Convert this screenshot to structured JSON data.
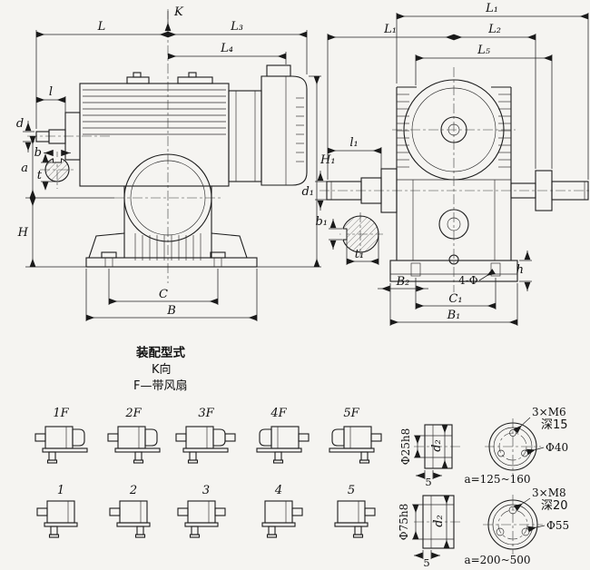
{
  "front": {
    "K": "K",
    "L": "L",
    "L3": "L₃",
    "L4": "L₄",
    "l": "l",
    "d": "d",
    "b": "b",
    "t": "t",
    "a": "a",
    "H": "H",
    "H1": "H₁",
    "C": "C",
    "B": "B"
  },
  "side": {
    "L1_top": "L₁",
    "L1": "L₁",
    "L2": "L₂",
    "L5": "L₅",
    "l1": "l₁",
    "d1": "d₁",
    "b1": "b₁",
    "t1": "t₁",
    "B2": "B₂",
    "holes": "4-Φ",
    "h": "h",
    "C1": "C₁",
    "B1": "B₁"
  },
  "assembly": {
    "title": "装配型式",
    "view_dir": "K向",
    "fan_note": "F—带风扇",
    "row1": [
      "1F",
      "2F",
      "3F",
      "4F",
      "5F"
    ],
    "row2": [
      "1",
      "2",
      "3",
      "4",
      "5"
    ]
  },
  "detail_small": {
    "bore": "Φ25h8",
    "hub": "d₂",
    "flange_w": "5",
    "tap": "3×M6",
    "tap_depth": "深15",
    "bolt_circle": "Φ40",
    "range": "a=125~160"
  },
  "detail_large": {
    "bore": "Φ75h8",
    "hub": "d₂",
    "flange_w": "5",
    "tap": "3×M8",
    "tap_depth": "深20",
    "bolt_circle": "Φ55",
    "range": "a=200~500"
  }
}
